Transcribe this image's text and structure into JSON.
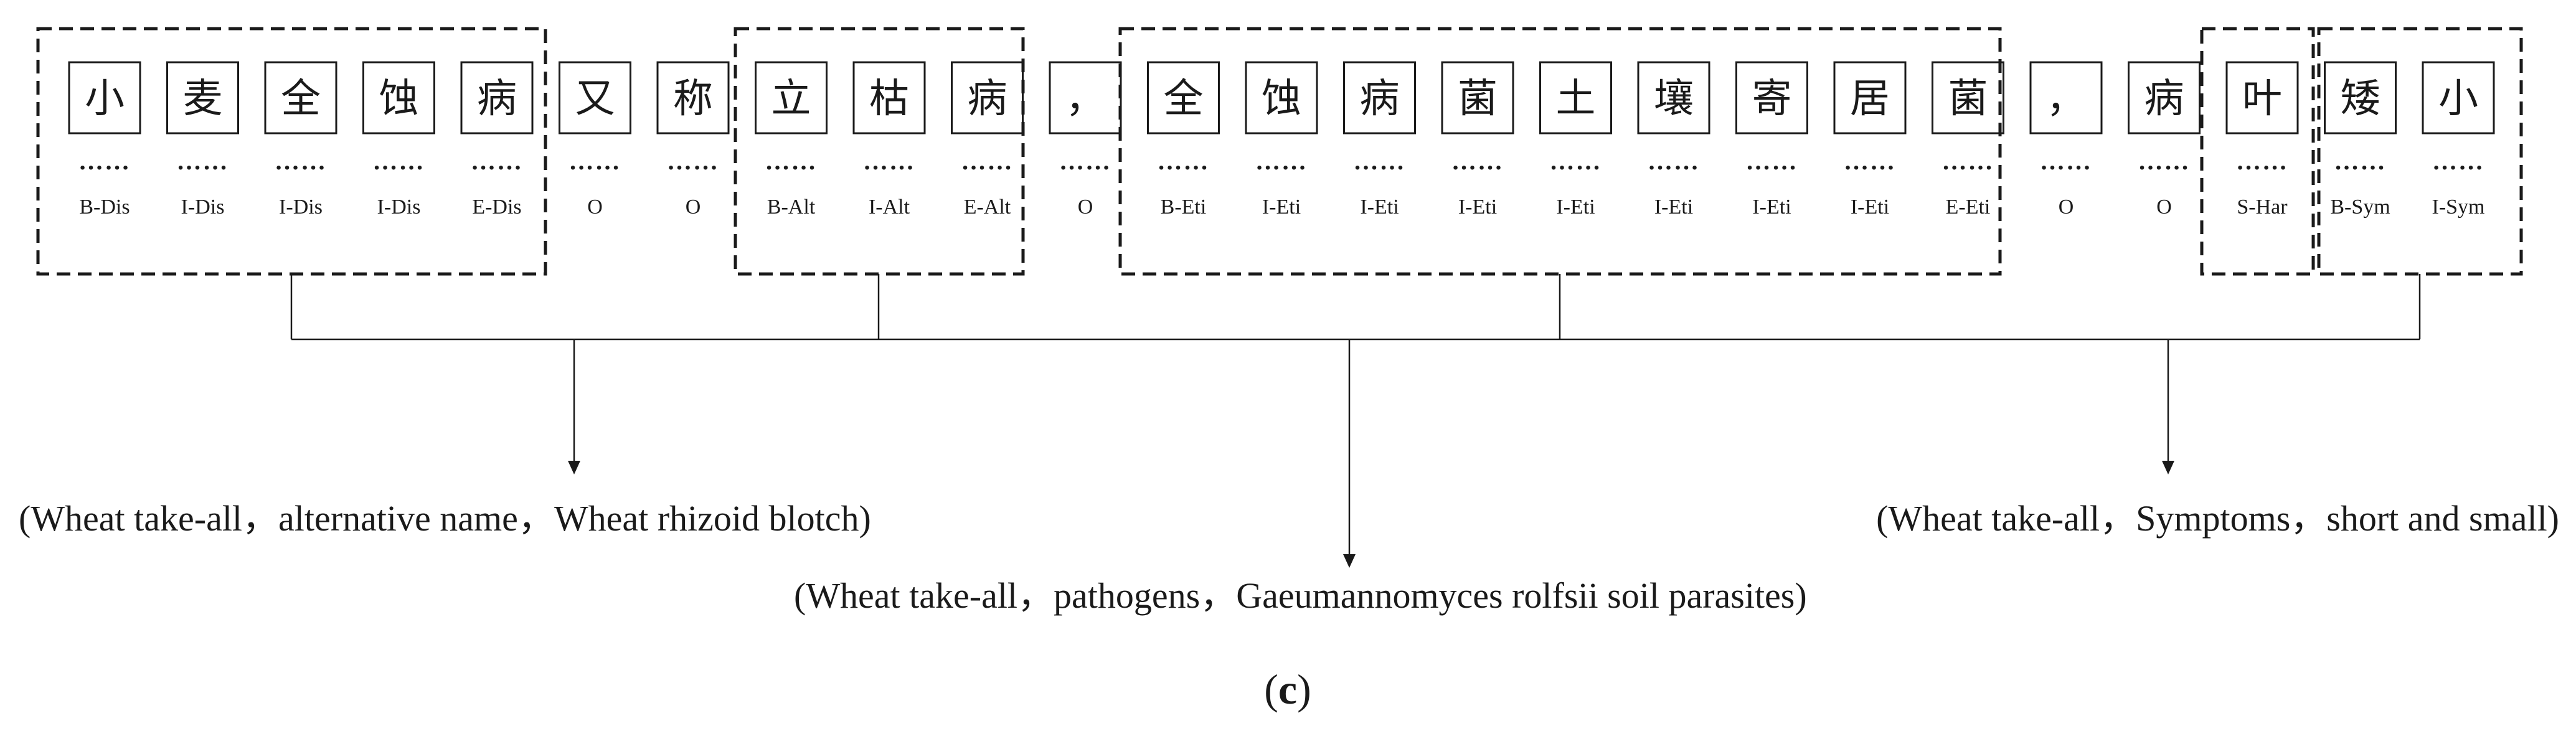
{
  "tokens": [
    {
      "char": "小",
      "tag": "B-Dis"
    },
    {
      "char": "麦",
      "tag": "I-Dis"
    },
    {
      "char": "全",
      "tag": "I-Dis"
    },
    {
      "char": "蚀",
      "tag": "I-Dis"
    },
    {
      "char": "病",
      "tag": "E-Dis"
    },
    {
      "char": "又",
      "tag": "O"
    },
    {
      "char": "称",
      "tag": "O"
    },
    {
      "char": "立",
      "tag": "B-Alt"
    },
    {
      "char": "枯",
      "tag": "I-Alt"
    },
    {
      "char": "病",
      "tag": "E-Alt"
    },
    {
      "char": "，",
      "tag": "O"
    },
    {
      "char": "全",
      "tag": "B-Eti"
    },
    {
      "char": "蚀",
      "tag": "I-Eti"
    },
    {
      "char": "病",
      "tag": "I-Eti"
    },
    {
      "char": "菌",
      "tag": "I-Eti"
    },
    {
      "char": "土",
      "tag": "I-Eti"
    },
    {
      "char": "壤",
      "tag": "I-Eti"
    },
    {
      "char": "寄",
      "tag": "I-Eti"
    },
    {
      "char": "居",
      "tag": "I-Eti"
    },
    {
      "char": "菌",
      "tag": "E-Eti"
    },
    {
      "char": "，",
      "tag": "O"
    },
    {
      "char": "病",
      "tag": "O"
    },
    {
      "char": "叶",
      "tag": "S-Har"
    },
    {
      "char": "矮",
      "tag": "B-Sym"
    },
    {
      "char": "小",
      "tag": "I-Sym"
    }
  ],
  "dots": "……",
  "triples": {
    "alternative": "(Wheat take-all，alternative name，Wheat rhizoid blotch)",
    "pathogens": "(Wheat take-all，pathogens，Gaeumannomyces rolfsii soil parasites)",
    "symptoms": "(Wheat take-all，Symptoms，short and small)"
  },
  "caption": {
    "open": "(",
    "letter": "c",
    "close": ")"
  }
}
